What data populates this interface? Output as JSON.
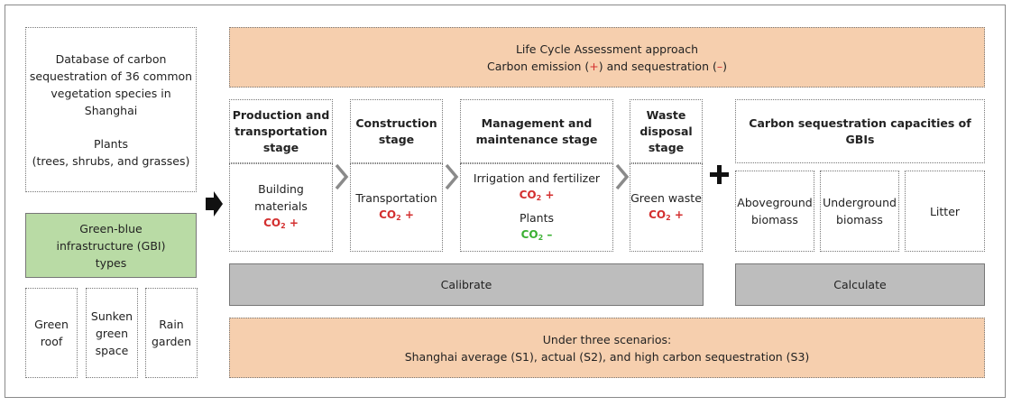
{
  "database": {
    "lines": [
      "Database of carbon",
      "sequestration of 36 common",
      "vegetation species in",
      "Shanghai"
    ],
    "plants_title": "Plants",
    "plants_detail": "(trees, shrubs, and grasses)"
  },
  "gbi": {
    "lines": [
      "Green-blue",
      "infrastructure (GBI)",
      "types"
    ],
    "types": [
      {
        "lines": [
          "Green",
          "roof"
        ]
      },
      {
        "lines": [
          "Sunken",
          "green",
          "space"
        ]
      },
      {
        "lines": [
          "Rain",
          "garden"
        ]
      }
    ]
  },
  "lca": {
    "title": "Life Cycle Assessment approach",
    "subtitle_pre": "Carbon emission (",
    "plus": "+",
    "subtitle_mid": ") and sequestration (",
    "minus": "–",
    "subtitle_post": ")"
  },
  "stages": [
    {
      "title_lines": [
        "Production and",
        "transportation",
        "stage"
      ],
      "item_lines": [
        "Building",
        "materials"
      ],
      "co2_sign": "+"
    },
    {
      "title_lines": [
        "Construction",
        "stage"
      ],
      "item_lines": [
        "Transportation"
      ],
      "co2_sign": "+"
    },
    {
      "title_lines": [
        "Management and",
        "maintenance stage"
      ],
      "item_lines": [
        "Irrigation and fertilizer"
      ],
      "co2_sign": "+",
      "item2_lines": [
        "Plants"
      ],
      "co2_sign2": "–"
    },
    {
      "title_lines": [
        "Waste",
        "disposal",
        "stage"
      ],
      "item_lines": [
        "Green waste"
      ],
      "co2_sign": "+"
    }
  ],
  "co2_label": "CO",
  "co2_sub": "2",
  "sequestration": {
    "title_lines": [
      "Carbon sequestration capacities of",
      "GBIs"
    ],
    "items": [
      {
        "lines": [
          "Aboveground",
          "biomass"
        ]
      },
      {
        "lines": [
          "Underground",
          "biomass"
        ]
      },
      {
        "lines": [
          "Litter"
        ]
      }
    ]
  },
  "calibrate": "Calibrate",
  "calculate": "Calculate",
  "scenarios": {
    "line1": "Under three scenarios:",
    "line2": "Shanghai average (S1), actual (S2), and high carbon sequestration (S3)"
  },
  "colors": {
    "orange_fill": "#f6cfae",
    "green_fill": "#b9dba5",
    "grey_fill": "#bdbdbd",
    "emission_red": "#d32f2f",
    "sequestration_green": "#3bb033"
  }
}
